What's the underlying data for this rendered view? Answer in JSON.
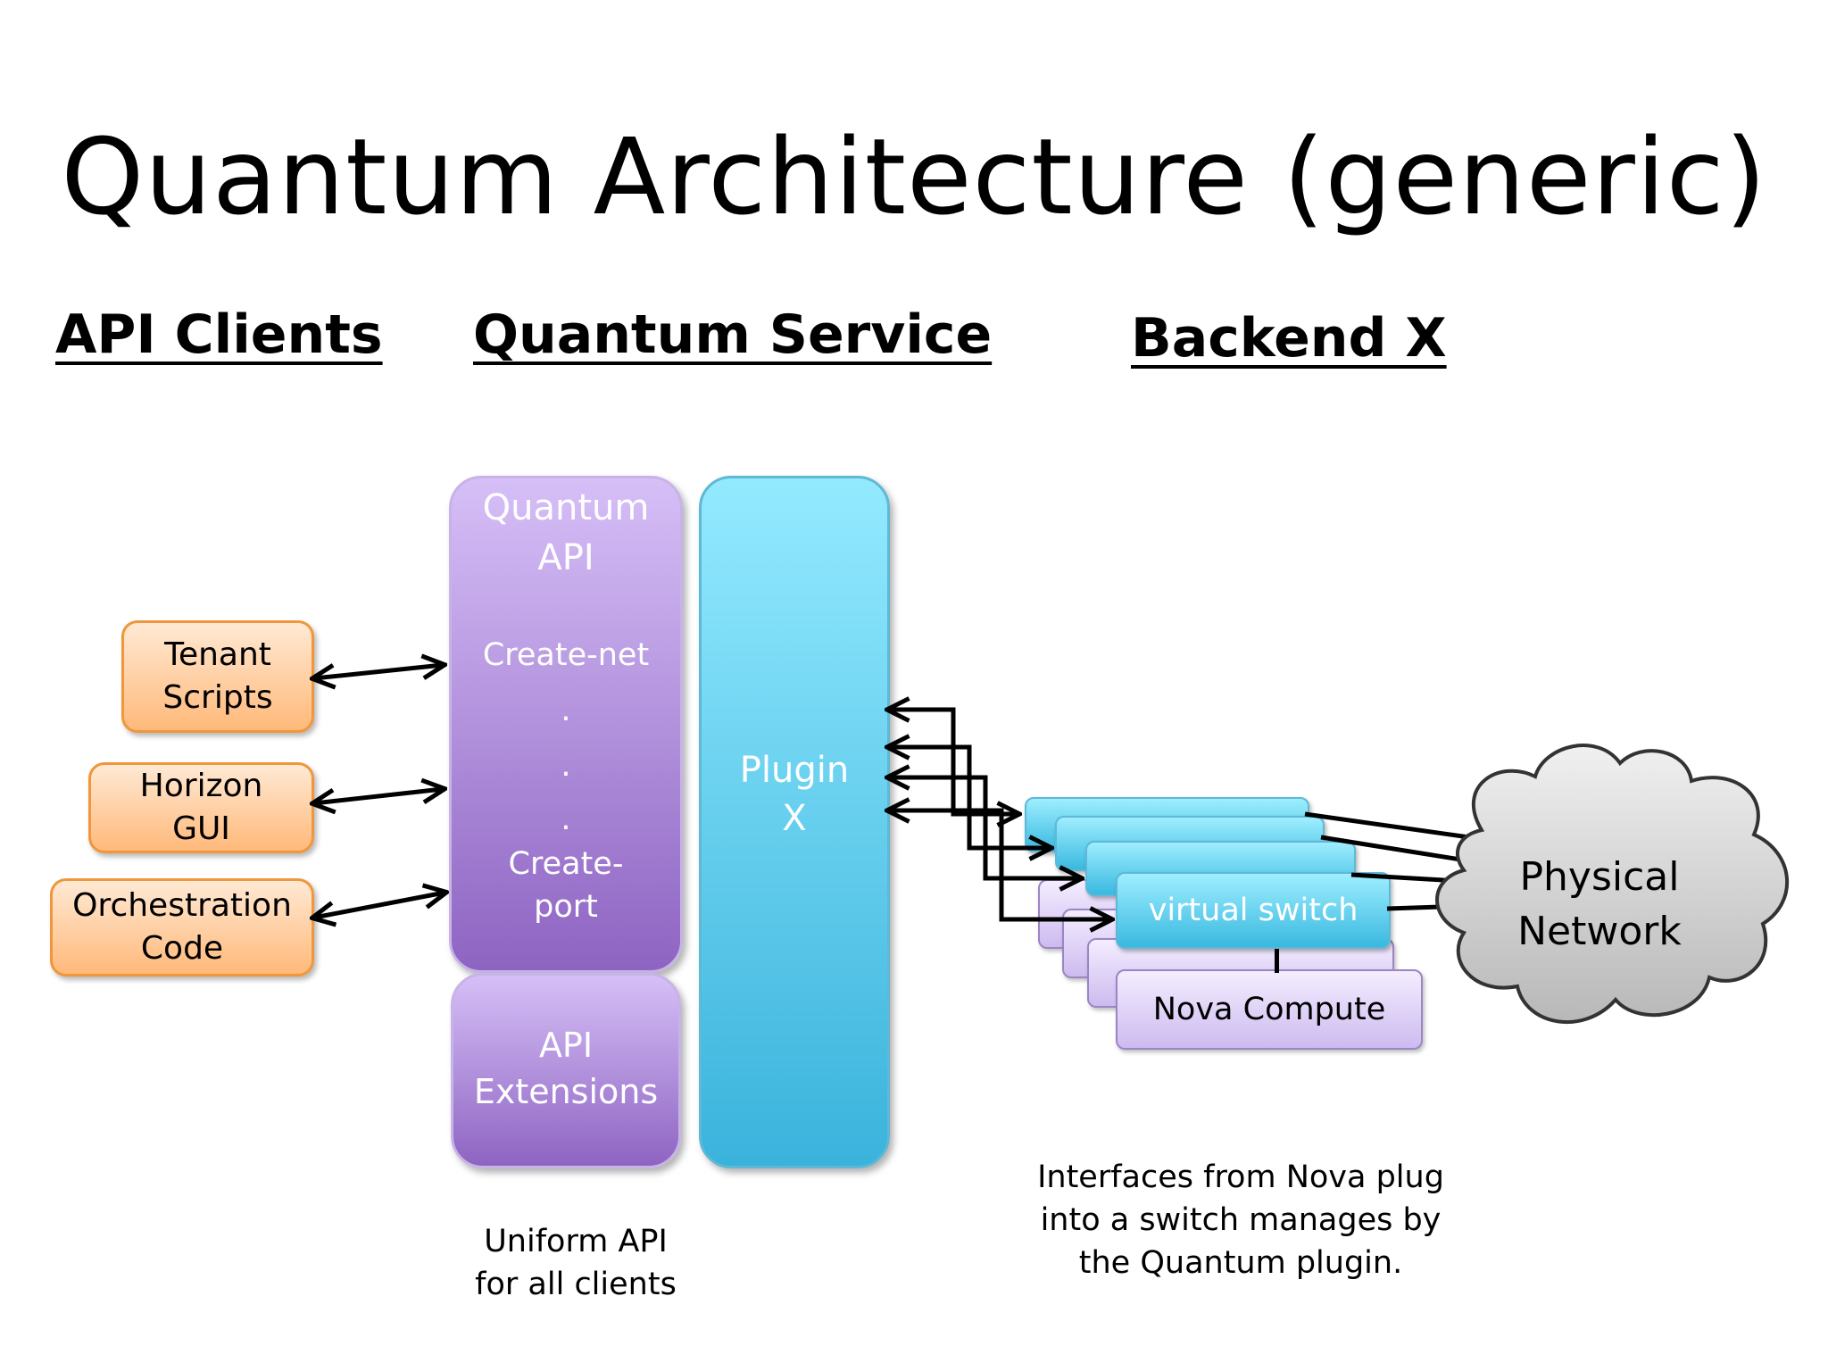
{
  "title": "Quantum Architecture (generic)",
  "columns": {
    "clients": "API Clients",
    "service": "Quantum Service",
    "backend": "Backend X"
  },
  "clients": [
    {
      "line1": "Tenant",
      "line2": "Scripts"
    },
    {
      "line1": "Horizon",
      "line2": "GUI"
    },
    {
      "line1": "Orchestration",
      "line2": "Code"
    }
  ],
  "quantum_api": {
    "line1": "Quantum",
    "line2": "API",
    "op1": "Create-net",
    "dot": ".",
    "op2a": "Create-",
    "op2b": "port"
  },
  "api_extensions": {
    "line1": "API",
    "line2": "Extensions"
  },
  "plugin": {
    "line1": "Plugin",
    "line2": "X"
  },
  "virtual_switch": "virtual switch",
  "nova_compute": "Nova Compute",
  "physical_network": {
    "line1": "Physical",
    "line2": "Network"
  },
  "captions": {
    "api_line1": "Uniform API",
    "api_line2": "for all clients",
    "backend_line1": "Interfaces from Nova plug",
    "backend_line2": "into a switch manages by",
    "backend_line3": "the Quantum plugin."
  },
  "colors": {
    "client_fill": "#ffb97a",
    "api_fill": "#8e64c2",
    "plugin_fill": "#3ab3dc",
    "cloud_fill": "#d0d0d0"
  }
}
